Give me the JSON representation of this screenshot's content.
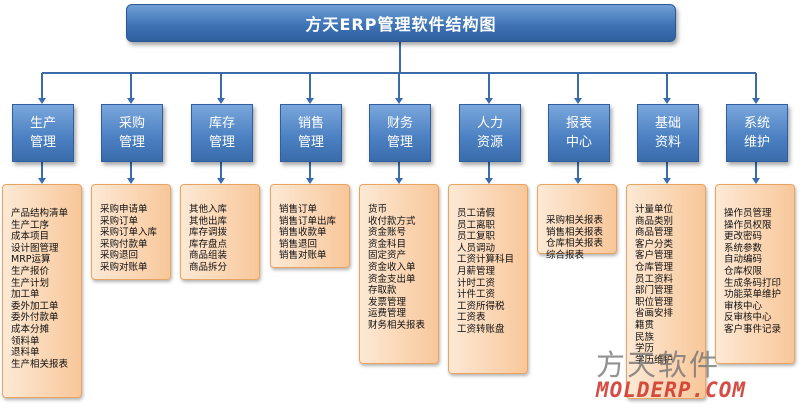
{
  "title": "方天ERP管理软件结构图",
  "colors": {
    "title_fill": "#3f74b6",
    "module_fill": "#4a7fc1",
    "items_fill": "#f8c79a",
    "connector": "#3a6cab",
    "watermark_en": "#d03a30"
  },
  "modules": [
    {
      "label": "生产\n管理",
      "items": [
        "产品结构清单",
        "生产工序",
        "成本项目",
        "设计图管理",
        "MRP运算",
        "生产报价",
        "生产计划",
        "加工单",
        "委外加工单",
        "委外付款单",
        "成本分摊",
        "领料单",
        "退料单",
        "生产相关报表"
      ]
    },
    {
      "label": "采购\n管理",
      "items": [
        "采购申请单",
        "采购订单",
        "采购订单入库",
        "采购付款单",
        "采购退回",
        "采购对账单"
      ]
    },
    {
      "label": "库存\n管理",
      "items": [
        "其他入库",
        "其他出库",
        "库存调拨",
        "库存盘点",
        "商品组装",
        "商品拆分"
      ]
    },
    {
      "label": "销售\n管理",
      "items": [
        "销售订单",
        "销售订单出库",
        "销售收款单",
        "销售退回",
        "销售对账单"
      ]
    },
    {
      "label": "财务\n管理",
      "items": [
        "货币",
        "收付款方式",
        "资金账号",
        "资金科目",
        "固定资产",
        "资金收入单",
        "资金支出单",
        "存取款",
        "发票管理",
        "运费管理",
        "财务相关报表"
      ]
    },
    {
      "label": "人力\n资源",
      "items": [
        "员工请假",
        "员工离职",
        "员工复职",
        "人员调动",
        "工资计算科目",
        "月薪管理",
        "计时工资",
        "计件工资",
        "工资所得税",
        "工资表",
        "工资转账盘"
      ]
    },
    {
      "label": "报表\n中心",
      "items": [
        "采购相关报表",
        "销售相关报表",
        "仓库相关报表",
        "综合报表"
      ]
    },
    {
      "label": "基础\n资料",
      "items": [
        "计量单位",
        "商品类别",
        "商品管理",
        "客户分类",
        "客户管理",
        "仓库管理",
        "员工资料",
        "部门管理",
        "职位管理",
        "省画安排",
        "籍贯",
        "民族",
        "学历",
        "学历维护"
      ]
    },
    {
      "label": "系统\n维护",
      "items": [
        "操作员管理",
        "操作员权限",
        "更改密码",
        "系统参数",
        "自动编码",
        "仓库权限",
        "生成条码打印",
        "功能菜单维护",
        "审核中心",
        "反审核中心",
        "客户事件记录"
      ]
    }
  ],
  "watermark": {
    "cn": "方天软件",
    "en": "MOLDERP.COM"
  }
}
